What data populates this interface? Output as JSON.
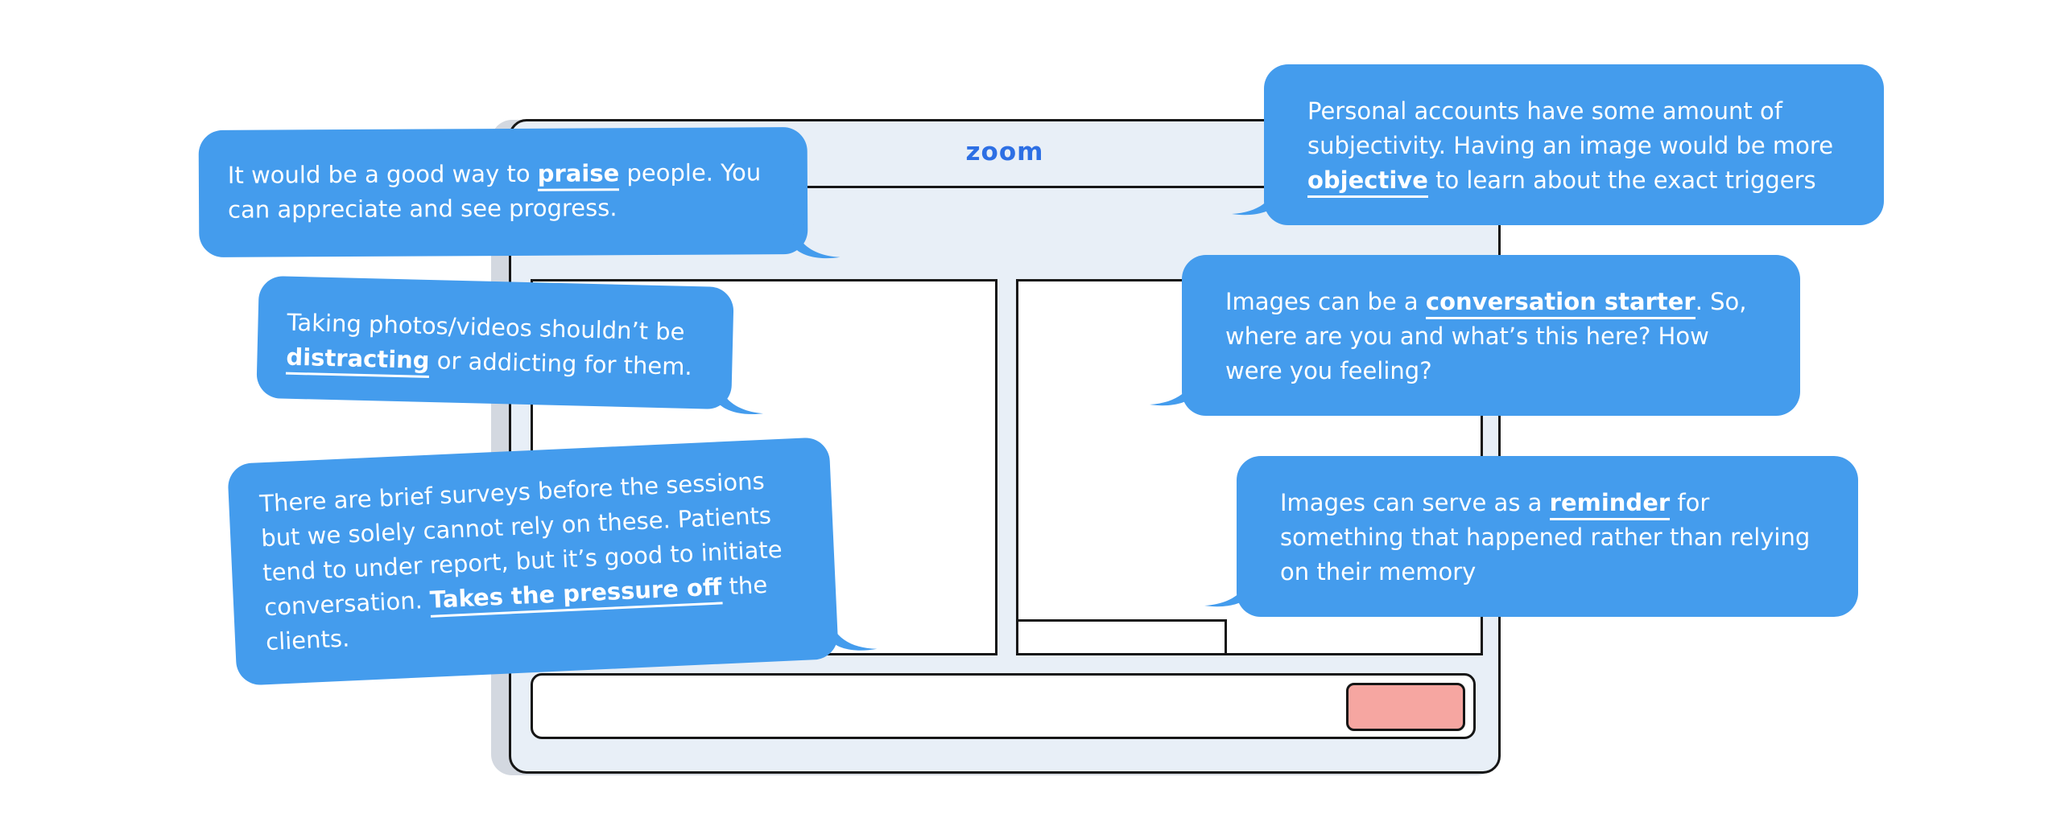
{
  "app": {
    "logo_text": "zoom",
    "accent_color": "#2d6fe4",
    "bubble_color": "#449ced",
    "end_button_color": "#f6a6a1"
  },
  "quotes": [
    {
      "id": "praise",
      "before": "It would be a good way to ",
      "emphasis": "praise",
      "after": " people. You can appreciate and see progress."
    },
    {
      "id": "distracting",
      "before": "Taking photos/videos shouldn’t be ",
      "emphasis": "distracting",
      "after": " or addicting for them."
    },
    {
      "id": "pressure",
      "before": "There are brief surveys before the sessions but we solely cannot rely on these. Patients tend to under report, but it’s good to initiate conversation. ",
      "emphasis": "Takes the pressure off",
      "after": " the clients."
    },
    {
      "id": "objective",
      "before": "Personal accounts have some amount of subjectivity. Having an image would be more ",
      "emphasis": "objective",
      "after": " to learn about the exact triggers"
    },
    {
      "id": "conversation-starter",
      "before": "Images can be a ",
      "emphasis": "conversation starter",
      "after": ". So, where are you and what’s this here? How were you feeling?"
    },
    {
      "id": "reminder",
      "before": "Images can serve as a ",
      "emphasis": "reminder",
      "after": " for something that happened rather than relying on their memory"
    }
  ]
}
